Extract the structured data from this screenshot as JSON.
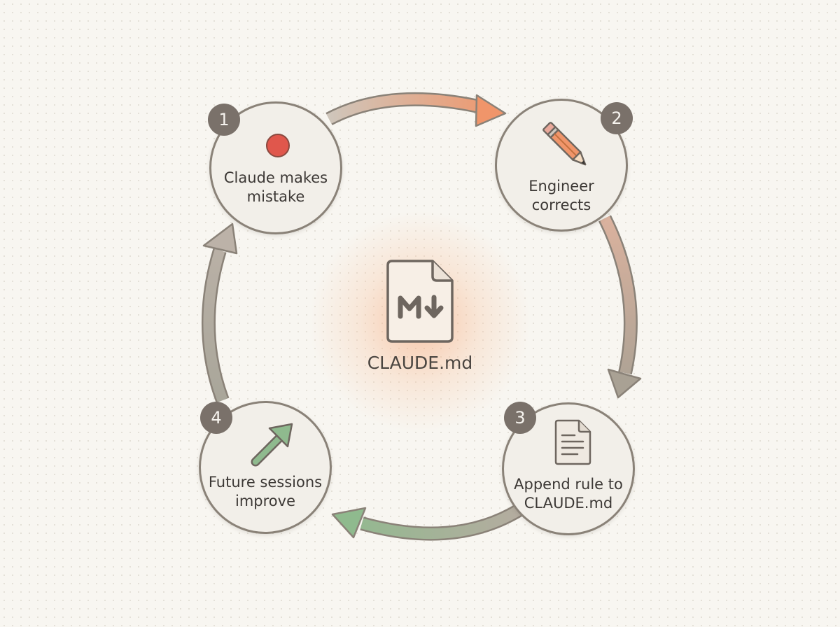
{
  "center": {
    "label": "CLAUDE.md",
    "icon": "markdown-file-icon"
  },
  "steps": [
    {
      "number": "1",
      "label_line1": "Claude makes",
      "label_line2": "mistake",
      "icon": "red-dot-icon"
    },
    {
      "number": "2",
      "label_line1": "Engineer",
      "label_line2": "corrects",
      "icon": "pencil-icon"
    },
    {
      "number": "3",
      "label_line1": "Append rule to",
      "label_line2": "CLAUDE.md",
      "icon": "document-icon"
    },
    {
      "number": "4",
      "label_line1": "Future sessions",
      "label_line2": "improve",
      "icon": "arrow-up-right-icon"
    }
  ],
  "colors": {
    "accent_orange": "#f0956a",
    "mistake_red": "#e0574c",
    "improve_green": "#8fba8e",
    "node_border": "#8a8278",
    "badge": "#7a716a"
  }
}
